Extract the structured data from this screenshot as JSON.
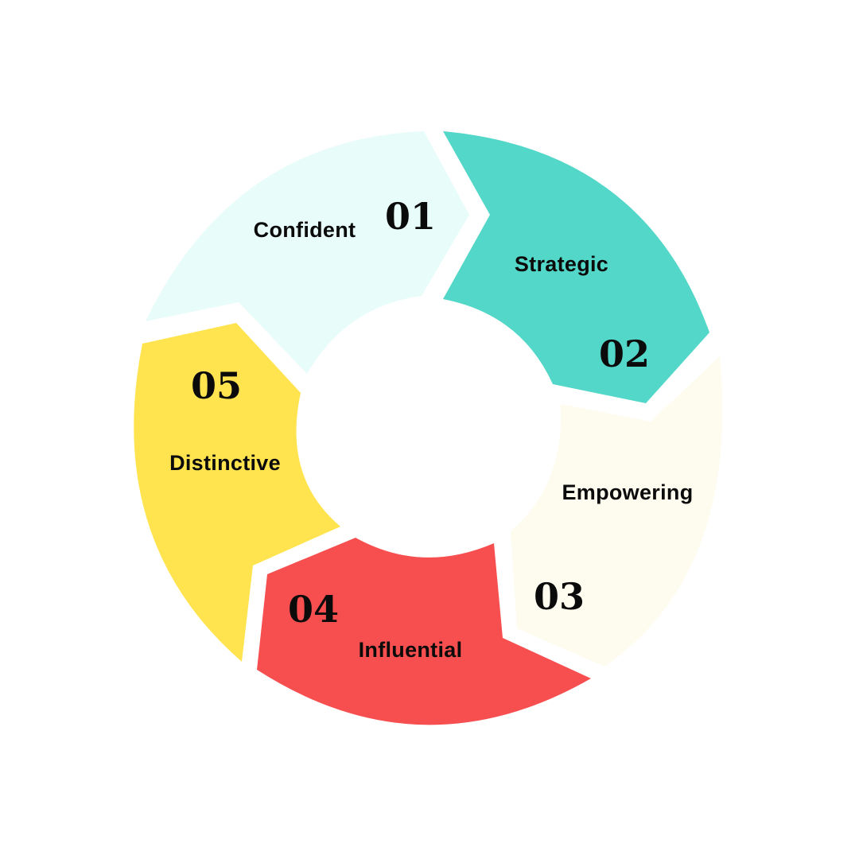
{
  "diagram": {
    "type": "cycle",
    "segments": [
      {
        "number": "01",
        "label": "Confident",
        "color": "#e8fcfa"
      },
      {
        "number": "02",
        "label": "Strategic",
        "color": "#52d7c8"
      },
      {
        "number": "03",
        "label": "Empowering",
        "color": "#fefcee"
      },
      {
        "number": "04",
        "label": "Influential",
        "color": "#f74f4f"
      },
      {
        "number": "05",
        "label": "Distinctive",
        "color": "#ffe44f"
      }
    ]
  }
}
